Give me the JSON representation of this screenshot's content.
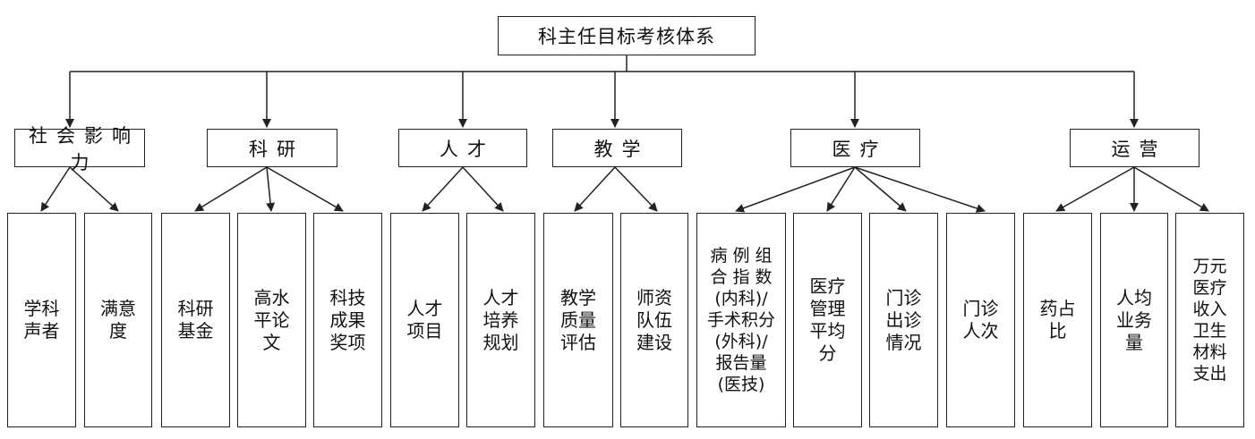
{
  "root": "科主任目标考核体系",
  "categories": [
    {
      "label": "社会影响力",
      "items": [
        [
          "学科",
          "声者"
        ],
        [
          "满意",
          "度"
        ]
      ]
    },
    {
      "label": "科研",
      "items": [
        [
          "科研",
          "基金"
        ],
        [
          "高水",
          "平论",
          "文"
        ],
        [
          "科技",
          "成果",
          "奖项"
        ]
      ]
    },
    {
      "label": "人才",
      "items": [
        [
          "人才",
          "项目"
        ],
        [
          "人才",
          "培养",
          "规划"
        ]
      ]
    },
    {
      "label": "教学",
      "items": [
        [
          "教学",
          "质量",
          "评估"
        ],
        [
          "师资",
          "队伍",
          "建设"
        ]
      ]
    },
    {
      "label": "医疗",
      "items": [
        [
          "病 例 组",
          "合 指 数",
          "(内科)/",
          "手术积分",
          "(外科)/",
          "报告量",
          "(医技)"
        ],
        [
          "医疗",
          "管理",
          "平均",
          "分"
        ],
        [
          "门诊",
          "出诊",
          "情况"
        ],
        [
          "门诊",
          "人次"
        ]
      ]
    },
    {
      "label": "运营",
      "items": [
        [
          "药占",
          "比"
        ],
        [
          "人均",
          "业务",
          "量"
        ],
        [
          "万元",
          "医疗",
          "收入",
          "卫生",
          "材料",
          "支出"
        ]
      ]
    }
  ]
}
